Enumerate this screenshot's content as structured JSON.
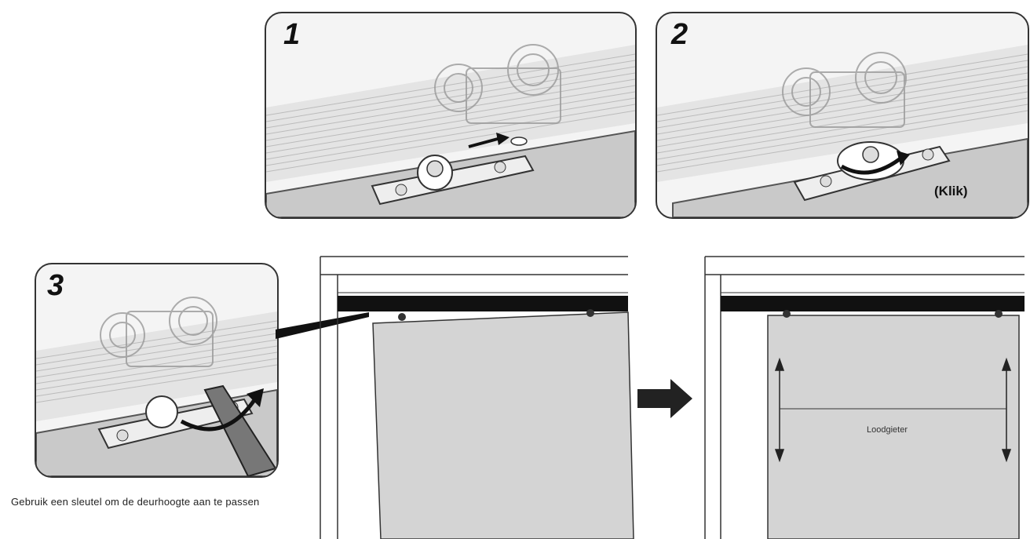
{
  "steps": [
    {
      "number": "1"
    },
    {
      "number": "2",
      "note": "(Klik)"
    },
    {
      "number": "3"
    }
  ],
  "caption": "Gebruik een sleutel om de deurhoogte aan te passen",
  "plumb_label": "Loodgieter",
  "colors": {
    "door": "#d4d4d4",
    "rail": "#111111",
    "outline": "#333333",
    "arrow": "#222222"
  },
  "icons": [
    "arrow-right-icon",
    "rotate-arrow-icon",
    "double-arrow-vertical-icon"
  ]
}
